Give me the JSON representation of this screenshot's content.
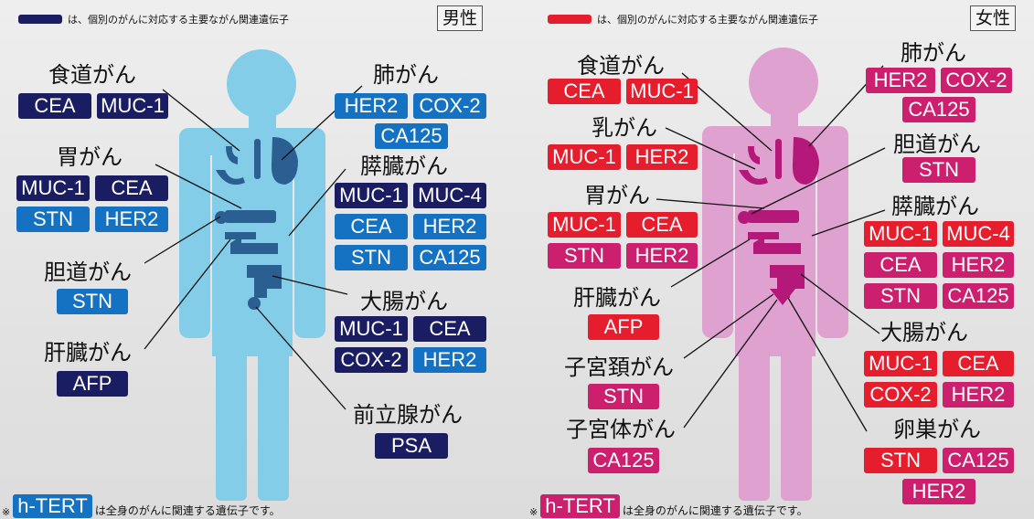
{
  "colors": {
    "navy": "#1b1d62",
    "blue": "#1572c3",
    "male_body": "#84cde8",
    "male_organ": "#2b5f92",
    "red": "#e51d2c",
    "magenta": "#cc1f6e",
    "female_body": "#dfa1cf",
    "female_organ": "#b4197a",
    "line": "#111111"
  },
  "male": {
    "legend_text": "は、個別のがんに対応する主要ながん関連遺伝子",
    "sex_label": "男性",
    "organs": {
      "esophagus": "食道がん",
      "lung": "肺がん",
      "stomach": "胃がん",
      "pancreas": "膵臓がん",
      "biliary": "胆道がん",
      "colon": "大腸がん",
      "liver": "肝臓がん",
      "prostate": "前立腺がん"
    },
    "tags": {
      "esophagus": [
        "CEA",
        "MUC-1"
      ],
      "lung": [
        "HER2",
        "COX-2",
        "CA125"
      ],
      "stomach": [
        "MUC-1",
        "CEA",
        "STN",
        "HER2"
      ],
      "pancreas": [
        "MUC-1",
        "MUC-4",
        "CEA",
        "HER2",
        "STN",
        "CA125"
      ],
      "biliary": [
        "STN"
      ],
      "colon": [
        "MUC-1",
        "CEA",
        "COX-2",
        "HER2"
      ],
      "liver": [
        "AFP"
      ],
      "prostate": [
        "PSA"
      ]
    },
    "note_badge": "h-TERT",
    "note_text": "は全身のがんに関連する遺伝子です。",
    "note_mark": "※"
  },
  "female": {
    "legend_text": "は、個別のがんに対応する主要ながん関連遺伝子",
    "sex_label": "女性",
    "organs": {
      "esophagus": "食道がん",
      "lung": "肺がん",
      "breast": "乳がん",
      "biliary": "胆道がん",
      "stomach": "胃がん",
      "pancreas": "膵臓がん",
      "liver": "肝臓がん",
      "cervix": "子宮頚がん",
      "colon": "大腸がん",
      "uterus": "子宮体がん",
      "ovary": "卵巣がん"
    },
    "tags": {
      "esophagus": [
        "CEA",
        "MUC-1"
      ],
      "lung": [
        "HER2",
        "COX-2",
        "CA125"
      ],
      "breast": [
        "MUC-1",
        "HER2"
      ],
      "biliary": [
        "STN"
      ],
      "stomach": [
        "MUC-1",
        "CEA",
        "STN",
        "HER2"
      ],
      "pancreas": [
        "MUC-1",
        "MUC-4",
        "CEA",
        "HER2",
        "STN",
        "CA125"
      ],
      "liver": [
        "AFP"
      ],
      "cervix": [
        "STN"
      ],
      "colon": [
        "MUC-1",
        "CEA",
        "COX-2",
        "HER2"
      ],
      "uterus": [
        "CA125"
      ],
      "ovary": [
        "STN",
        "CA125",
        "HER2"
      ]
    },
    "note_badge": "h-TERT",
    "note_text": "は全身のがんに関連する遺伝子です。",
    "note_mark": "※"
  }
}
